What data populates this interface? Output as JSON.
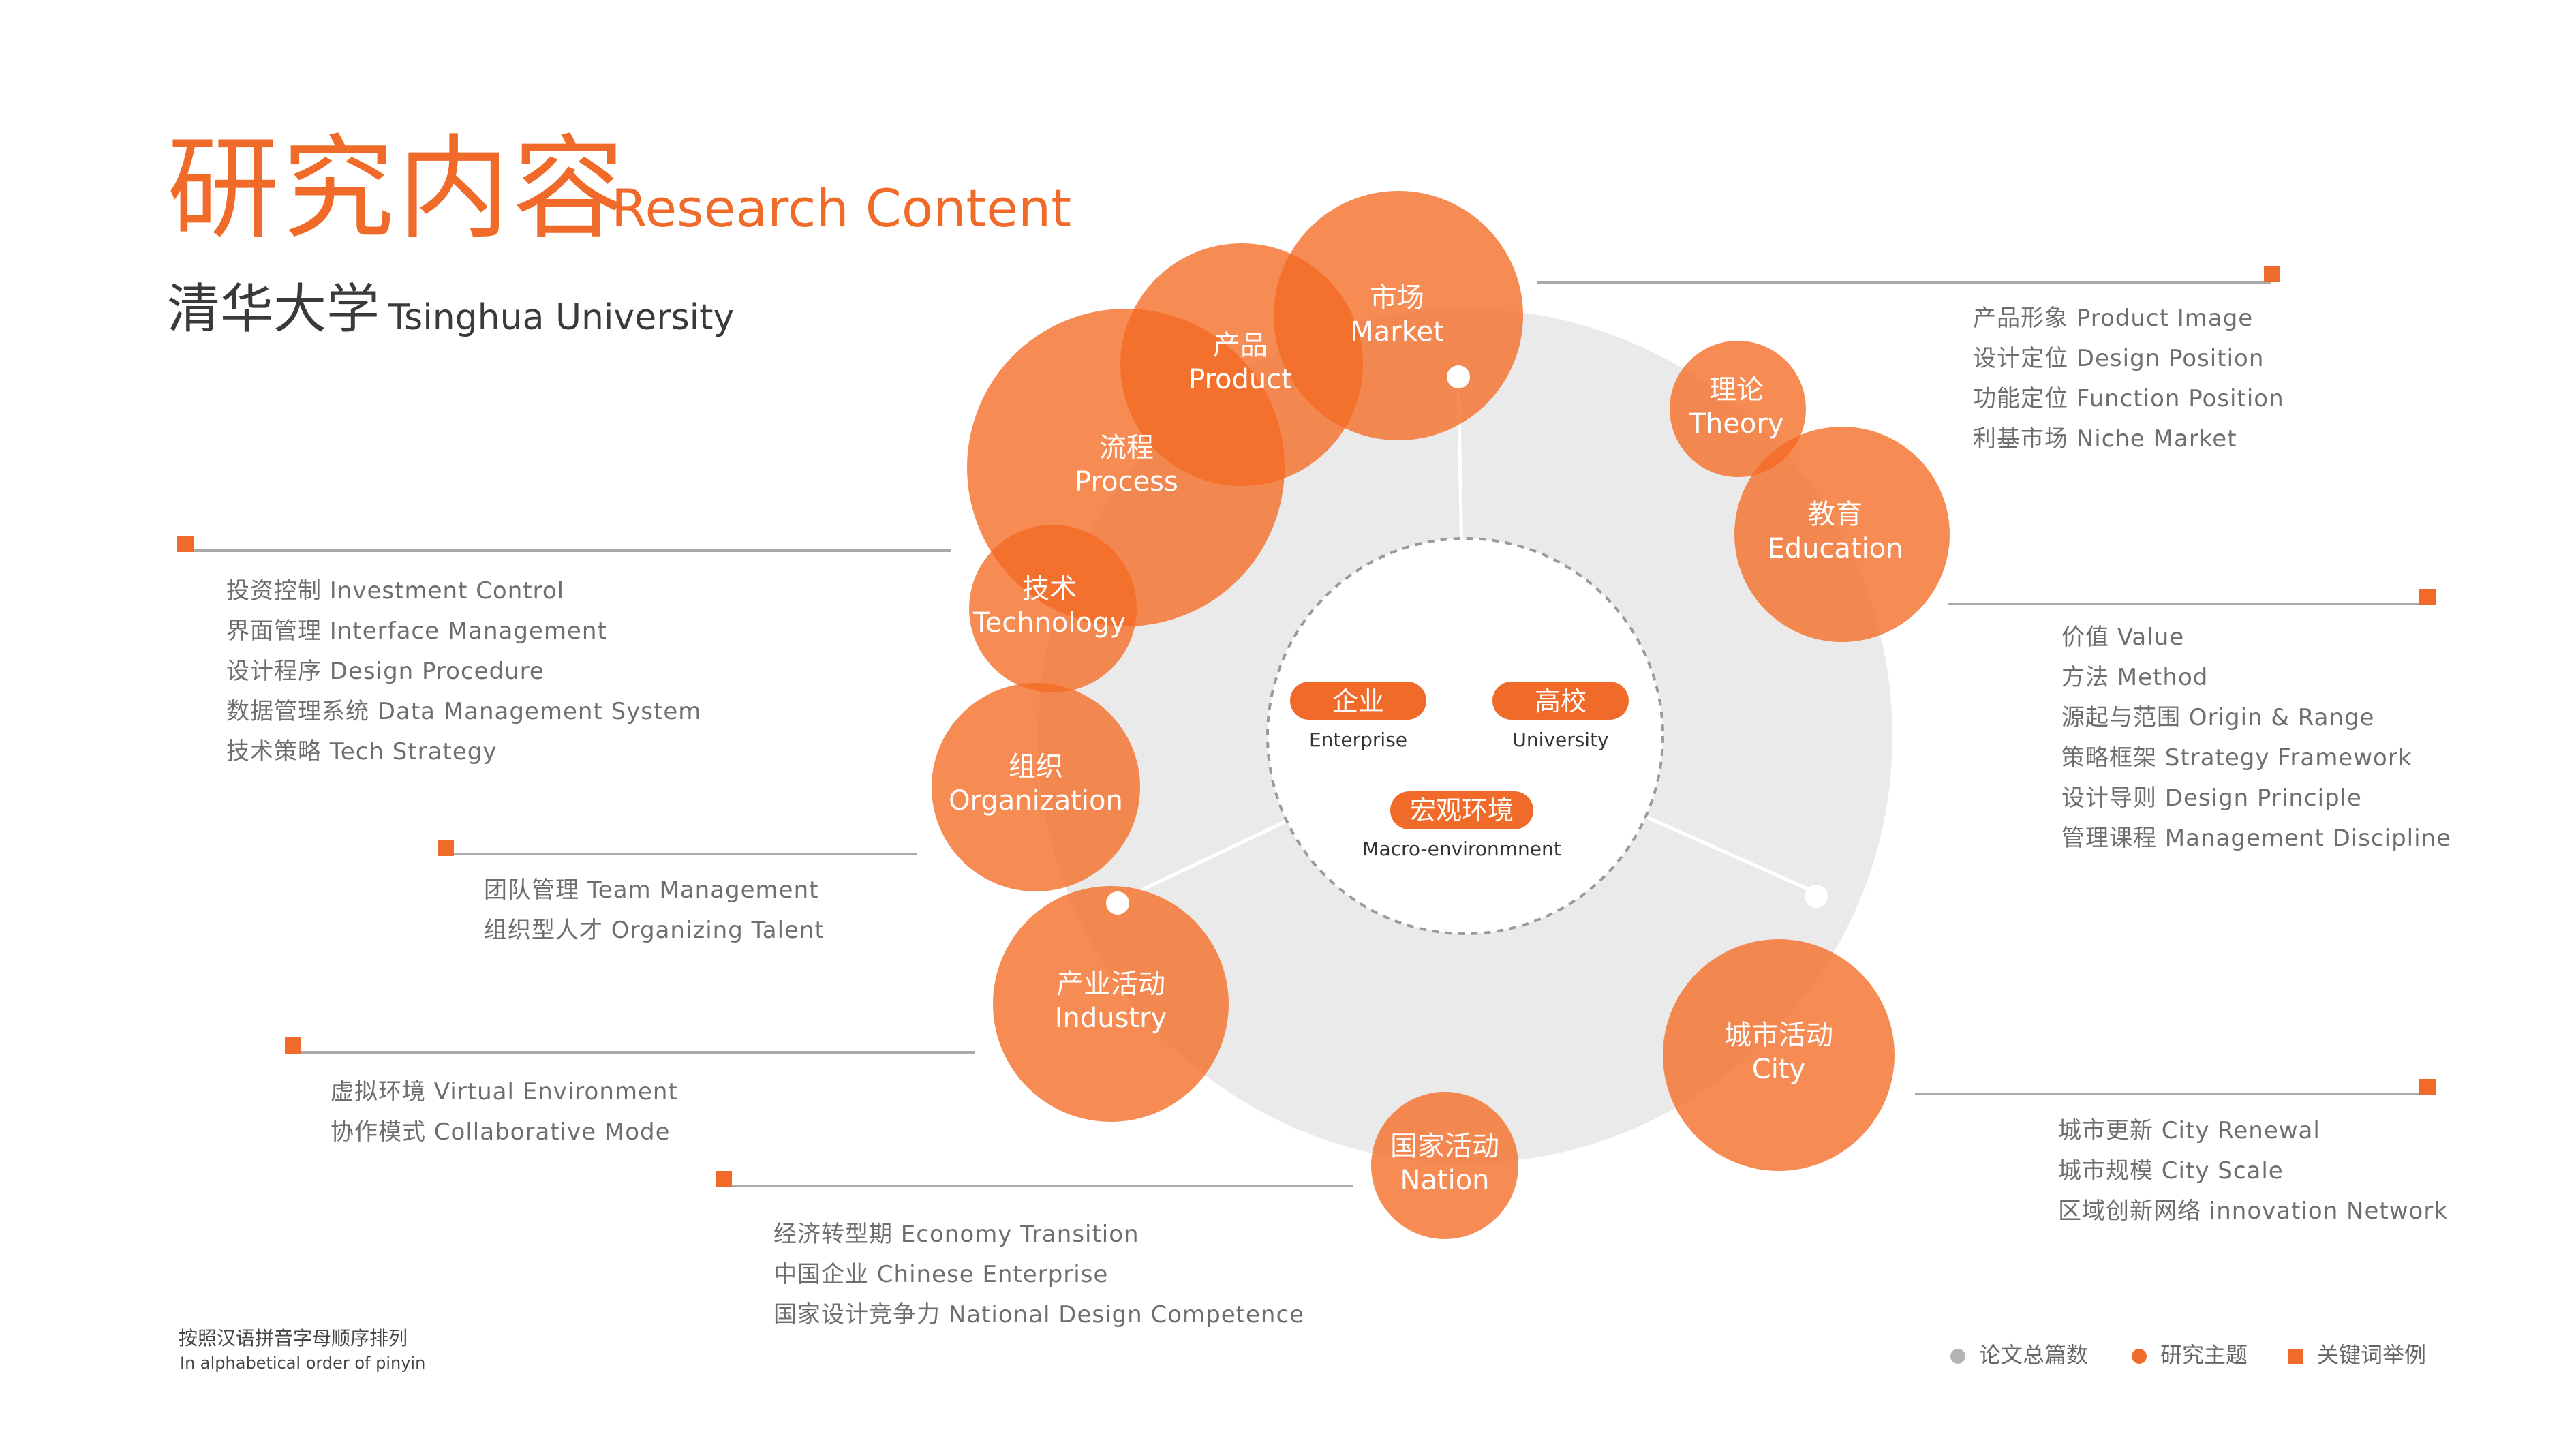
{
  "title": {
    "cn": "研究内容",
    "en": "Research Content"
  },
  "subtitle": {
    "cn": "清华大学",
    "en": "Tsinghua University"
  },
  "colors": {
    "accent": "#f06b2a",
    "bubble": "#f47b3c",
    "ring": "#ebeaea",
    "line": "#a9a9a9",
    "text": "#6e6e6e"
  },
  "bubbles": [
    {
      "cn": "市场",
      "en": "Market"
    },
    {
      "cn": "产品",
      "en": "Product"
    },
    {
      "cn": "流程",
      "en": "Process"
    },
    {
      "cn": "技术",
      "en": "Technology"
    },
    {
      "cn": "组织",
      "en": "Organization"
    },
    {
      "cn": "产业活动",
      "en": "Industry"
    },
    {
      "cn": "国家活动",
      "en": "Nation"
    },
    {
      "cn": "城市活动",
      "en": "City"
    },
    {
      "cn": "教育",
      "en": "Education"
    },
    {
      "cn": "理论",
      "en": "Theory"
    }
  ],
  "center": {
    "enterprise": {
      "cn": "企业",
      "en": "Enterprise"
    },
    "university": {
      "cn": "高校",
      "en": "University"
    },
    "macro": {
      "cn": "宏观环境",
      "en": "Macro-environmnent"
    }
  },
  "keywords": {
    "market_product": [
      "产品形象 Product Image",
      "设计定位 Design Position",
      "功能定位 Function Position",
      "利基市场 Niche Market"
    ],
    "process_technology": [
      "投资控制 Investment Control",
      "界面管理 Interface Management",
      "设计程序 Design Procedure",
      "数据管理系统 Data Management System",
      "技术策略 Tech Strategy"
    ],
    "education_theory": [
      "价值 Value",
      "方法 Method",
      "源起与范围 Origin & Range",
      "策略框架 Strategy Framework",
      "设计导则 Design Principle",
      "管理课程 Management Discipline"
    ],
    "organization": [
      "团队管理 Team Management",
      "组织型人才 Organizing Talent"
    ],
    "industry": [
      "虚拟环境 Virtual Environment",
      "协作模式 Collaborative Mode"
    ],
    "city": [
      "城市更新 City Renewal",
      "城市规模 City Scale",
      "区域创新网络 innovation Network"
    ],
    "nation": [
      "经济转型期 Economy Transition",
      "中国企业 Chinese Enterprise",
      "国家设计竞争力 National Design Competence"
    ]
  },
  "note": {
    "cn": "按照汉语拼音字母顺序排列",
    "en": "In alphabetical order of pinyin"
  },
  "legend": [
    {
      "label": "论文总篇数",
      "icon": "gray-dot-icon"
    },
    {
      "label": "研究主题",
      "icon": "orange-dot-icon"
    },
    {
      "label": "关键词举例",
      "icon": "orange-square-icon"
    }
  ]
}
